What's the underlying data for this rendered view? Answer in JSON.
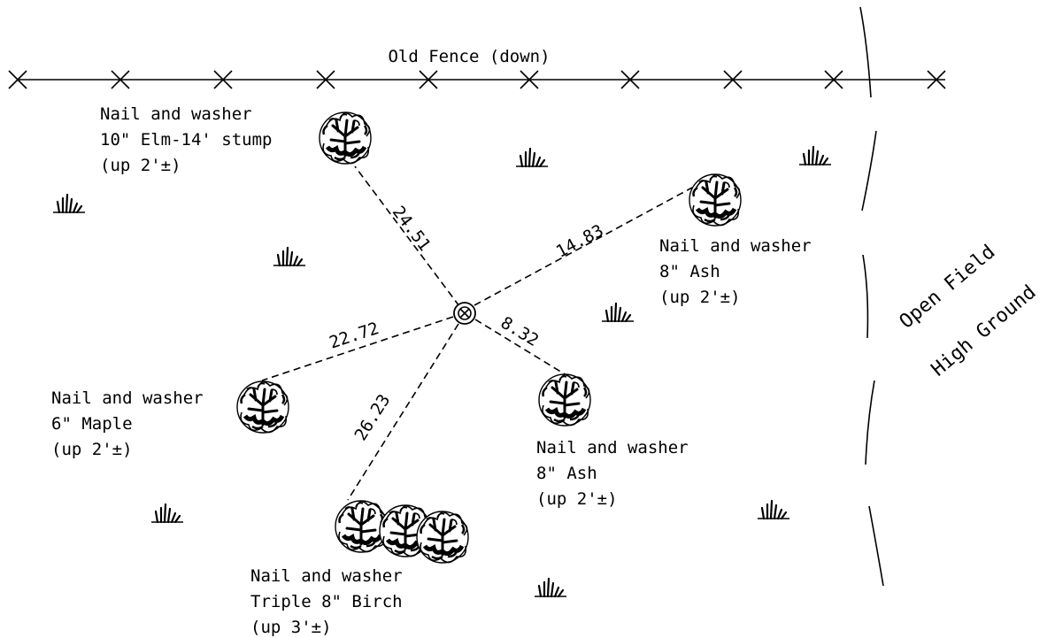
{
  "fence": {
    "label": "Old Fence (down)"
  },
  "field": {
    "line1": "Open Field",
    "line2": "High Ground"
  },
  "center": {
    "label": ""
  },
  "ties": [
    {
      "distance": "24.51"
    },
    {
      "distance": "14.83"
    },
    {
      "distance": "22.72"
    },
    {
      "distance": "8.32"
    },
    {
      "distance": "26.23"
    }
  ],
  "trees": {
    "elm": {
      "line1": "Nail and washer",
      "line2": "10\" Elm-14' stump",
      "line3": "(up 2'±)"
    },
    "ash_ne": {
      "line1": "Nail and washer",
      "line2": "8\" Ash",
      "line3": "(up 2'±)"
    },
    "maple": {
      "line1": "Nail and washer",
      "line2": "6\" Maple",
      "line3": "(up 2'±)"
    },
    "ash_se": {
      "line1": "Nail and washer",
      "line2": "8\" Ash",
      "line3": "(up 2'±)"
    },
    "birch": {
      "line1": "Nail and washer",
      "line2": "Triple 8\" Birch",
      "line3": "(up 3'±)"
    }
  },
  "symbols": {
    "tree": "deciduous-tree-symbol",
    "grass": "marsh-grass-symbol",
    "fence_post": "x-mark-symbol",
    "benchmark": "circled-x-symbol"
  }
}
